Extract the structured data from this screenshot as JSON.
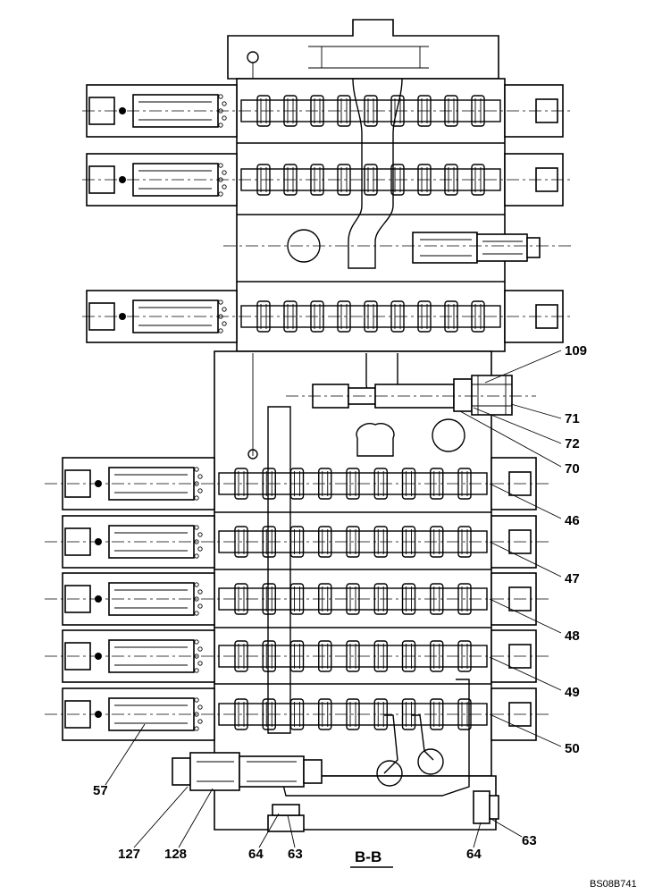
{
  "diagram": {
    "section_label": "B-B",
    "drawing_code": "BS08B741",
    "callouts": [
      {
        "id": "109",
        "text": "109"
      },
      {
        "id": "71",
        "text": "71"
      },
      {
        "id": "72",
        "text": "72"
      },
      {
        "id": "70",
        "text": "70"
      },
      {
        "id": "46",
        "text": "46"
      },
      {
        "id": "47",
        "text": "47"
      },
      {
        "id": "48",
        "text": "48"
      },
      {
        "id": "49",
        "text": "49"
      },
      {
        "id": "50",
        "text": "50"
      },
      {
        "id": "57",
        "text": "57"
      },
      {
        "id": "127",
        "text": "127"
      },
      {
        "id": "128",
        "text": "128"
      },
      {
        "id": "64a",
        "text": "64"
      },
      {
        "id": "63a",
        "text": "63"
      },
      {
        "id": "64b",
        "text": "64"
      },
      {
        "id": "63b",
        "text": "63"
      }
    ]
  }
}
